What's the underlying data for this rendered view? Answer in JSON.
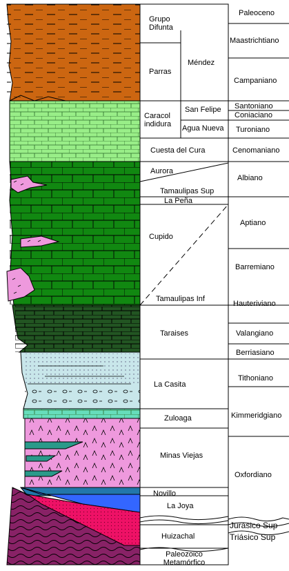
{
  "formations": {
    "grupo_difunta": "Grupo\nDifunta",
    "parras": "Parras",
    "mendez": "Méndez",
    "caracol": "Caracol\nindidura",
    "san_felipe": "San Felipe",
    "agua_nueva": "Agua Nueva",
    "cuesta_del_cura": "Cuesta del Cura",
    "aurora": "Aurora",
    "tamaulipas_sup": "Tamaulipas Sup",
    "la_pena": "La Peña",
    "cupido": "Cupido",
    "tamaulipas_inf": "Tamaulipas Inf",
    "taraises": "Taraises",
    "la_casita": "La Casita",
    "zuloaga": "Zuloaga",
    "minas_viejas": "Minas Viejas",
    "novillo": "Novillo",
    "la_joya": "La Joya",
    "huizachal": "Huizachal",
    "paleozoico": "Paleozoico\nMetamórfico"
  },
  "stages": {
    "paleoceno": "Paleoceno",
    "maastrichtiano": "Maastrichtiano",
    "campaniano": "Campaniano",
    "santoniano": "Santoniano",
    "coniaciano": "Coniaciano",
    "turoniano": "Turoniano",
    "cenomaniano": "Cenomaniano",
    "albiano": "Albiano",
    "aptiano": "Aptiano",
    "barremiano": "Barremiano",
    "hauteriviano": "Hauteriviano",
    "valangiano": "Valangiano",
    "berriasiano": "Berriasiano",
    "tithoniano": "Tithoniano",
    "kimmeridgiano": "Kimmeridgiano",
    "oxfordiano": "Oxfordiano",
    "jurasico_sup": "Jurásico Sup",
    "triasico_sup": "Triásico Sup"
  },
  "colors": {
    "difunta": "#cc6611",
    "caracol": "#99ee88",
    "limestone": "#118811",
    "taraises": "#225522",
    "casita": "#c8e6ea",
    "zuloaga": "#66ddbb",
    "evaporite": "#ee99dd",
    "novillo": "#2277aa",
    "la_joya": "#3366ff",
    "huizachal": "#ee1166",
    "paleozoic": "#882266"
  }
}
